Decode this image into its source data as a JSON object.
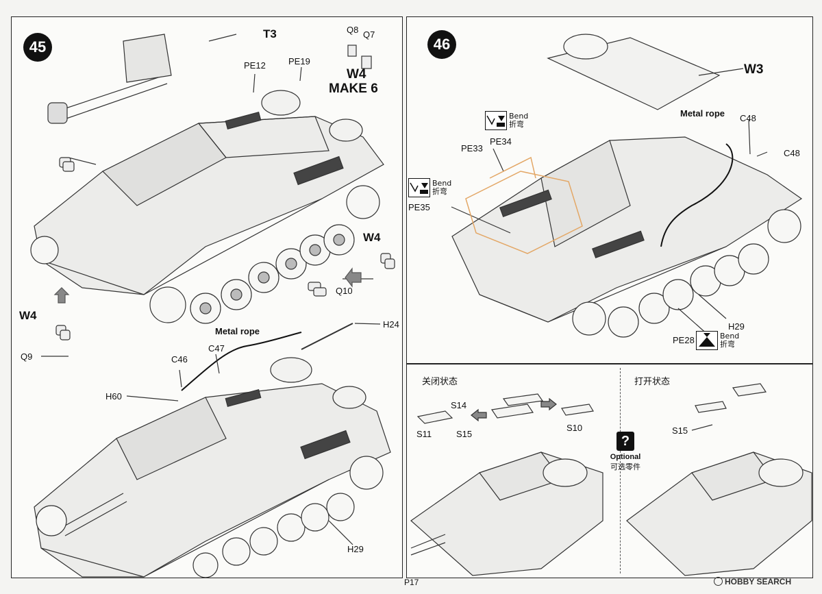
{
  "step45": {
    "number": "45",
    "labels": {
      "t3": "T3",
      "q8": "Q8",
      "q7": "Q7",
      "pe12": "PE12",
      "pe19": "PE19",
      "w4_make6_line1": "W4",
      "w4_make6_line2": "MAKE 6",
      "w4_right": "W4",
      "q10": "Q10",
      "w4_left": "W4",
      "q9": "Q9",
      "metal_rope": "Metal rope",
      "c46": "C46",
      "c47": "C47",
      "h24": "H24",
      "h60": "H60",
      "h29": "H29"
    }
  },
  "step46": {
    "number": "46",
    "labels": {
      "w3": "W3",
      "metal_rope": "Metal rope",
      "c48_a": "C48",
      "c48_b": "C48",
      "pe33": "PE33",
      "pe34": "PE34",
      "pe35": "PE35",
      "h29": "H29",
      "pe28": "PE28"
    },
    "bend": {
      "en": "Bend",
      "cn": "折弯"
    }
  },
  "bottom": {
    "closed_state": "关闭状态",
    "open_state": "打开状态",
    "labels": {
      "s14": "S14",
      "s11": "S11",
      "s15_left": "S15",
      "s10": "S10",
      "s15_right": "S15"
    },
    "optional": {
      "mark": "?",
      "en": "Optional",
      "cn": "可选零件"
    }
  },
  "footer": {
    "page": "P17",
    "watermark": "HOBBY SEARCH"
  }
}
